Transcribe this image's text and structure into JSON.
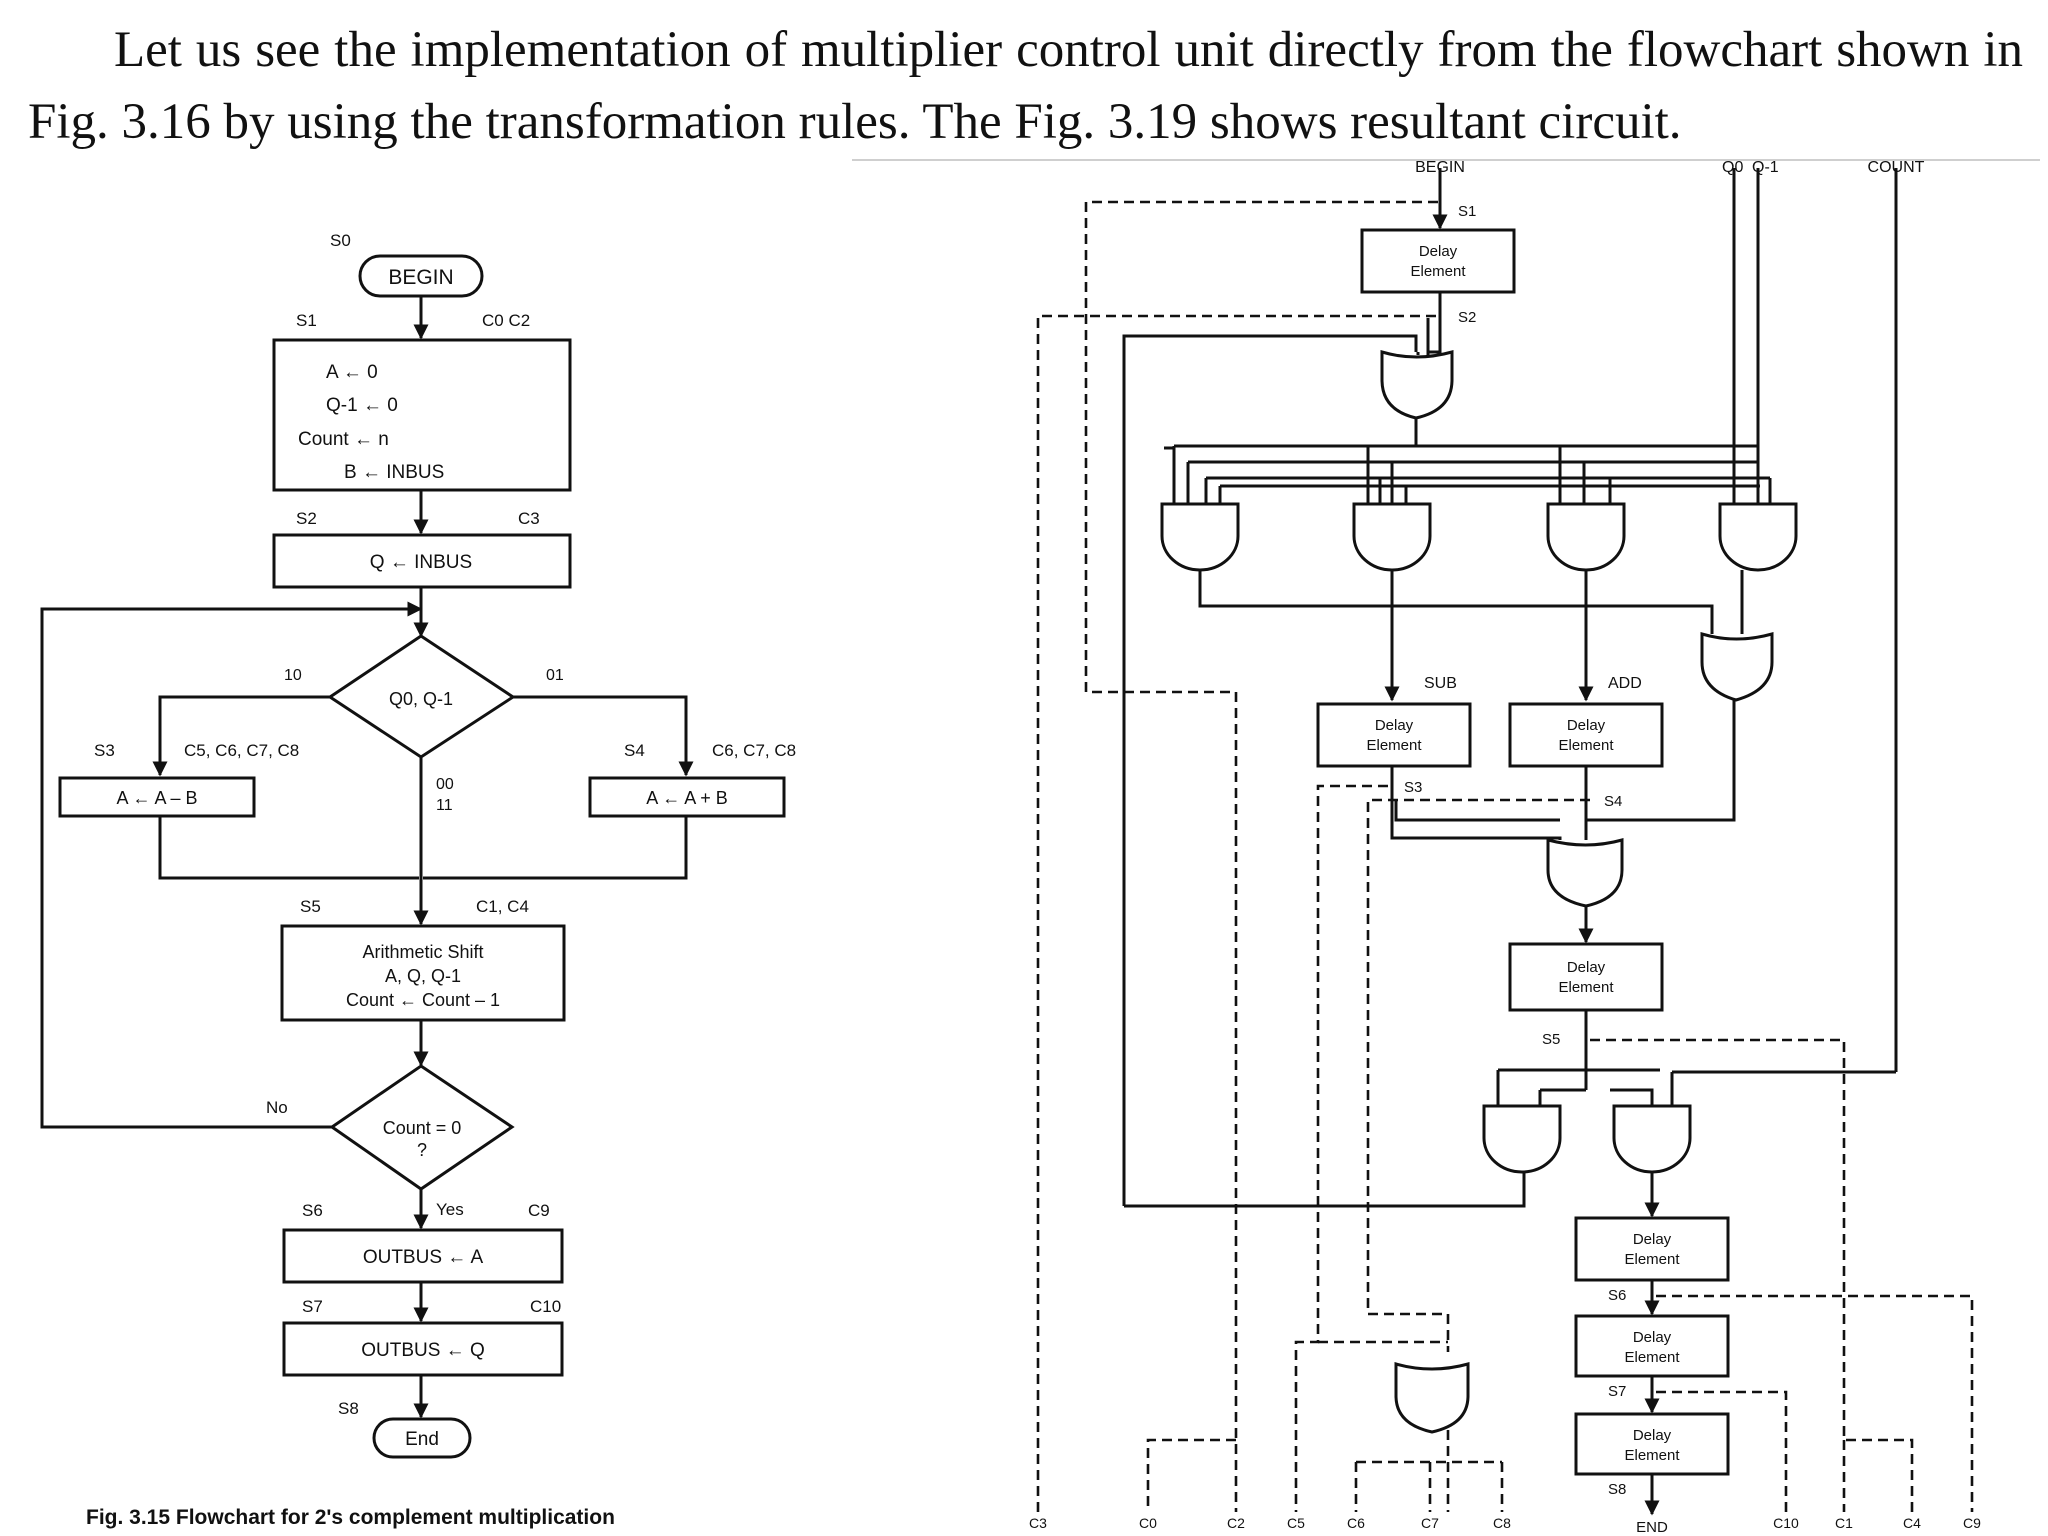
{
  "intro": {
    "paragraph": "Let us see the implementation of multiplier control unit directly from the flowchart shown in Fig. 3.16 by using the transformation rules. The Fig. 3.19 shows resultant circuit."
  },
  "flowchart": {
    "caption": "Fig. 3.15 Flowchart for 2's complement multiplication",
    "states": [
      "S0",
      "S1",
      "S2",
      "S3",
      "S4",
      "S5",
      "S6",
      "S7",
      "S8"
    ],
    "begin": "BEGIN",
    "end": "End",
    "box1": [
      "A ← 0",
      "Q-1 ← 0",
      "Count ← n",
      "B ← INBUS"
    ],
    "box1_controls": "C0 C2",
    "box2": "Q ← INBUS",
    "box2_controls": "C3",
    "decision1": "Q0, Q-1",
    "branch_left": "10",
    "branch_right": "01",
    "branch_mid": [
      "00",
      "11"
    ],
    "sub_box": "A ← A – B",
    "sub_controls": "C5, C6, C7, C8",
    "add_box": "A ← A + B",
    "add_controls": "C6, C7, C8",
    "shift_box": [
      "Arithmetic Shift",
      "A, Q, Q-1",
      "Count ← Count – 1"
    ],
    "shift_controls": "C1, C4",
    "decision2": [
      "Count = 0",
      "?"
    ],
    "no": "No",
    "yes": "Yes",
    "out1": "OUTBUS ← A",
    "out1_controls": "C9",
    "out2": "OUTBUS ← Q",
    "out2_controls": "C10"
  },
  "circuit": {
    "top_inputs": [
      "BEGIN",
      "Q0",
      "Q-1",
      "COUNT"
    ],
    "delay_label": [
      "Delay",
      "Element"
    ],
    "sub": "SUB",
    "add": "ADD",
    "state_labels": [
      "S1",
      "S2",
      "S3",
      "S4",
      "S5",
      "S6",
      "S7",
      "S8"
    ],
    "end": "END",
    "outputs": [
      "C3",
      "C0",
      "C2",
      "C5",
      "C6",
      "C7",
      "C8",
      "C10",
      "C1",
      "C4",
      "C9"
    ]
  }
}
